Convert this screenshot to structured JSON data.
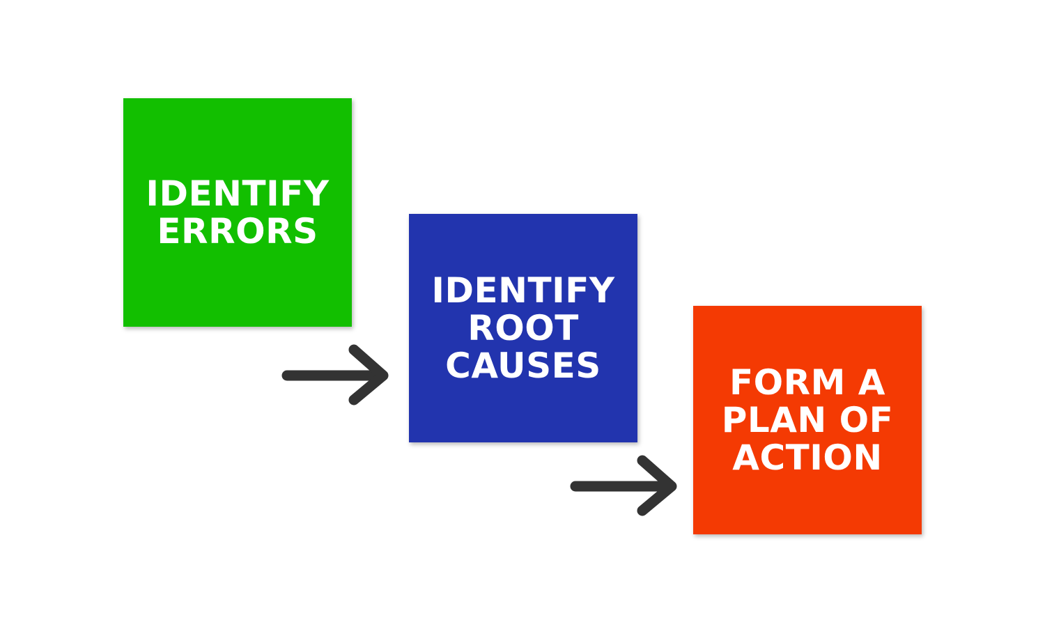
{
  "steps": [
    {
      "lines": [
        "IDENTIFY",
        "ERRORS"
      ],
      "color": "#12bf00"
    },
    {
      "lines": [
        "IDENTIFY",
        "ROOT",
        "CAUSES"
      ],
      "color": "#2234ae"
    },
    {
      "lines": [
        "FORM A",
        "PLAN OF",
        "ACTION"
      ],
      "color": "#f43a03"
    }
  ],
  "arrow_color": "#333333",
  "icons": [
    "arrow-right-icon",
    "arrow-right-icon"
  ]
}
